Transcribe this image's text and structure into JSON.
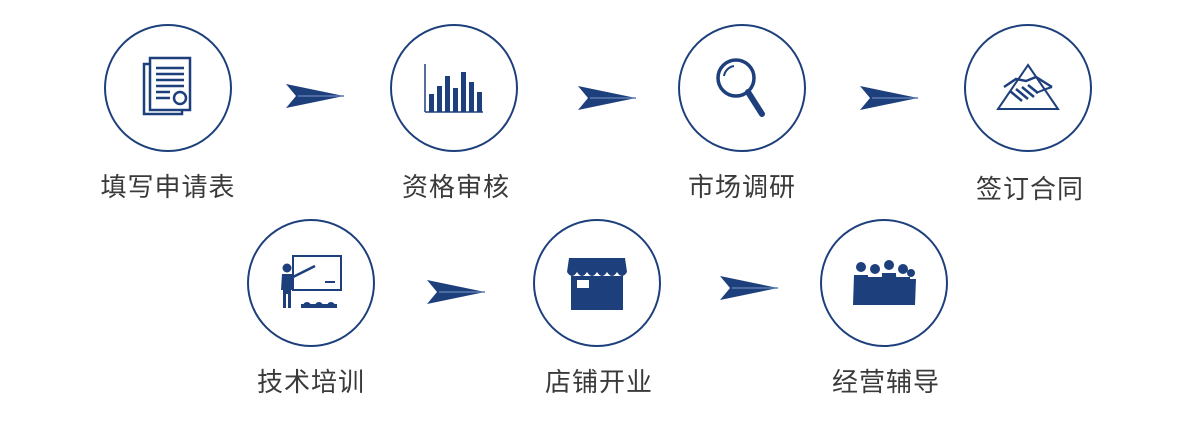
{
  "colors": {
    "primary": "#1d3f7c",
    "text": "#3a3a3a",
    "background": "#ffffff"
  },
  "steps": [
    {
      "label": "填写申请表",
      "icon": "application-form-icon"
    },
    {
      "label": "资格审核",
      "icon": "bar-chart-icon"
    },
    {
      "label": "市场调研",
      "icon": "magnifier-icon"
    },
    {
      "label": "签订合同",
      "icon": "handshake-icon"
    },
    {
      "label": "技术培训",
      "icon": "teacher-board-icon"
    },
    {
      "label": "店铺开业",
      "icon": "storefront-icon"
    },
    {
      "label": "经营辅导",
      "icon": "team-icon"
    }
  ]
}
